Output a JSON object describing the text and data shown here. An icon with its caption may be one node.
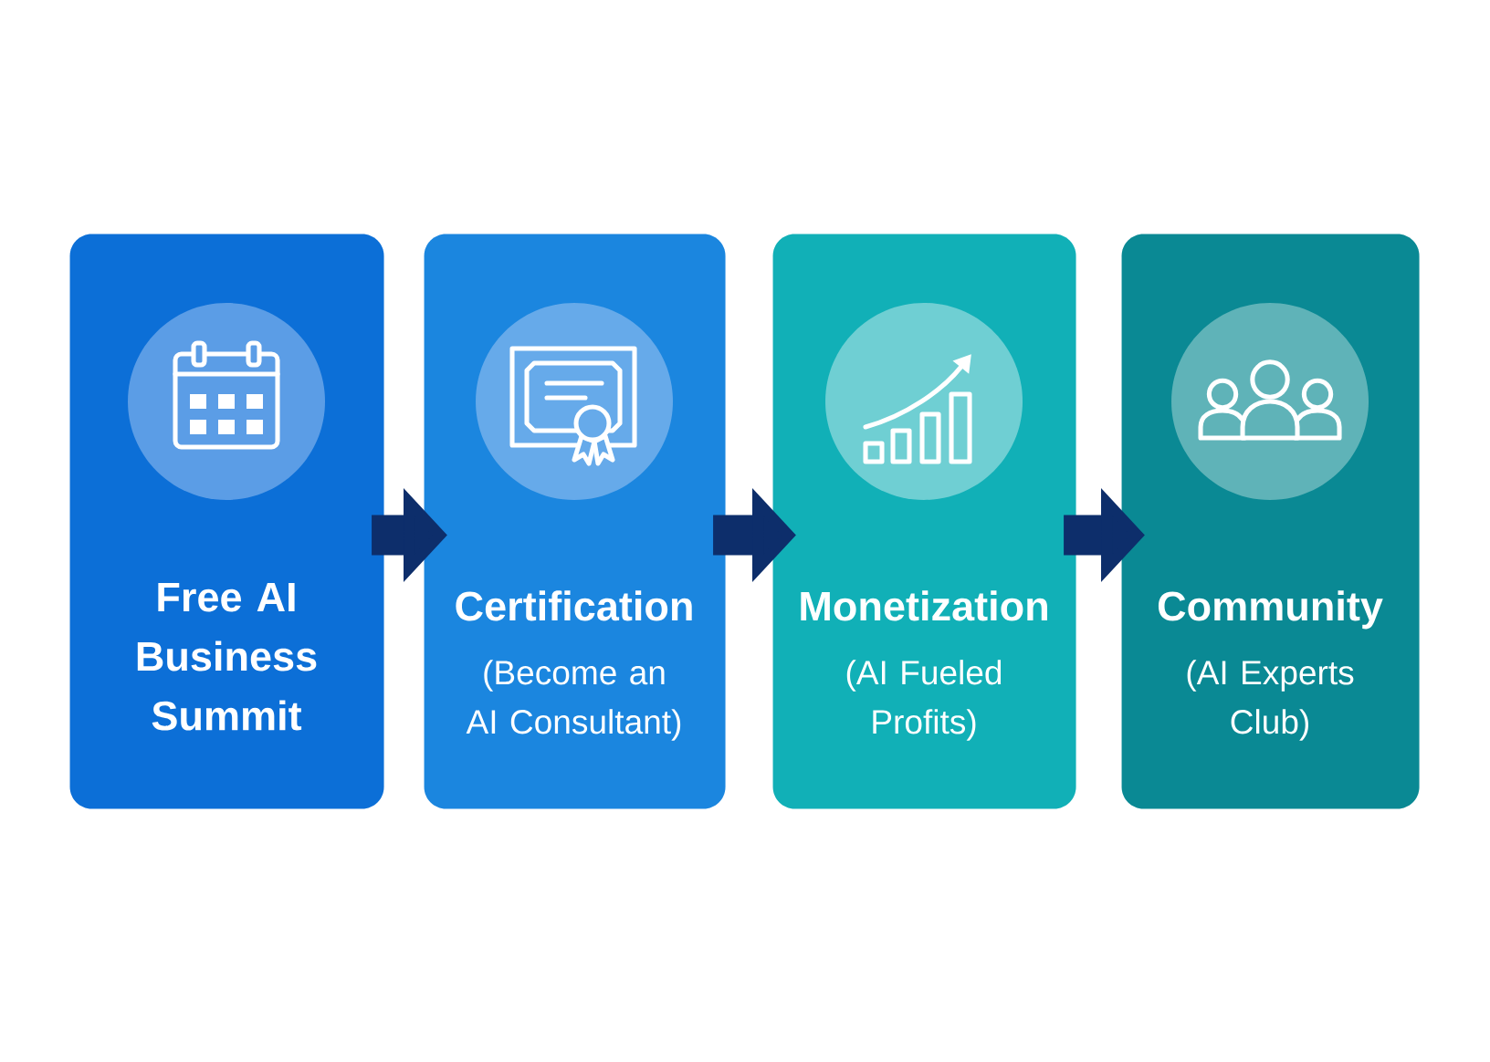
{
  "diagram": {
    "nodes": [
      {
        "text": [
          "Free AI Business Summit"
        ]
      },
      {
        "text": [
          "Certification",
          "(Become an AI Consultant)"
        ]
      },
      {
        "text": [
          "Monetization",
          "(AI Fueled Profits)"
        ]
      },
      {
        "text": [
          "Community",
          "(AI Experts Club)"
        ]
      }
    ],
    "edges": [
      {
        "from": 0,
        "to": 1,
        "arrow": "to"
      },
      {
        "from": 1,
        "to": 2,
        "arrow": "to"
      },
      {
        "from": 2,
        "to": 3,
        "arrow": "to"
      }
    ]
  }
}
